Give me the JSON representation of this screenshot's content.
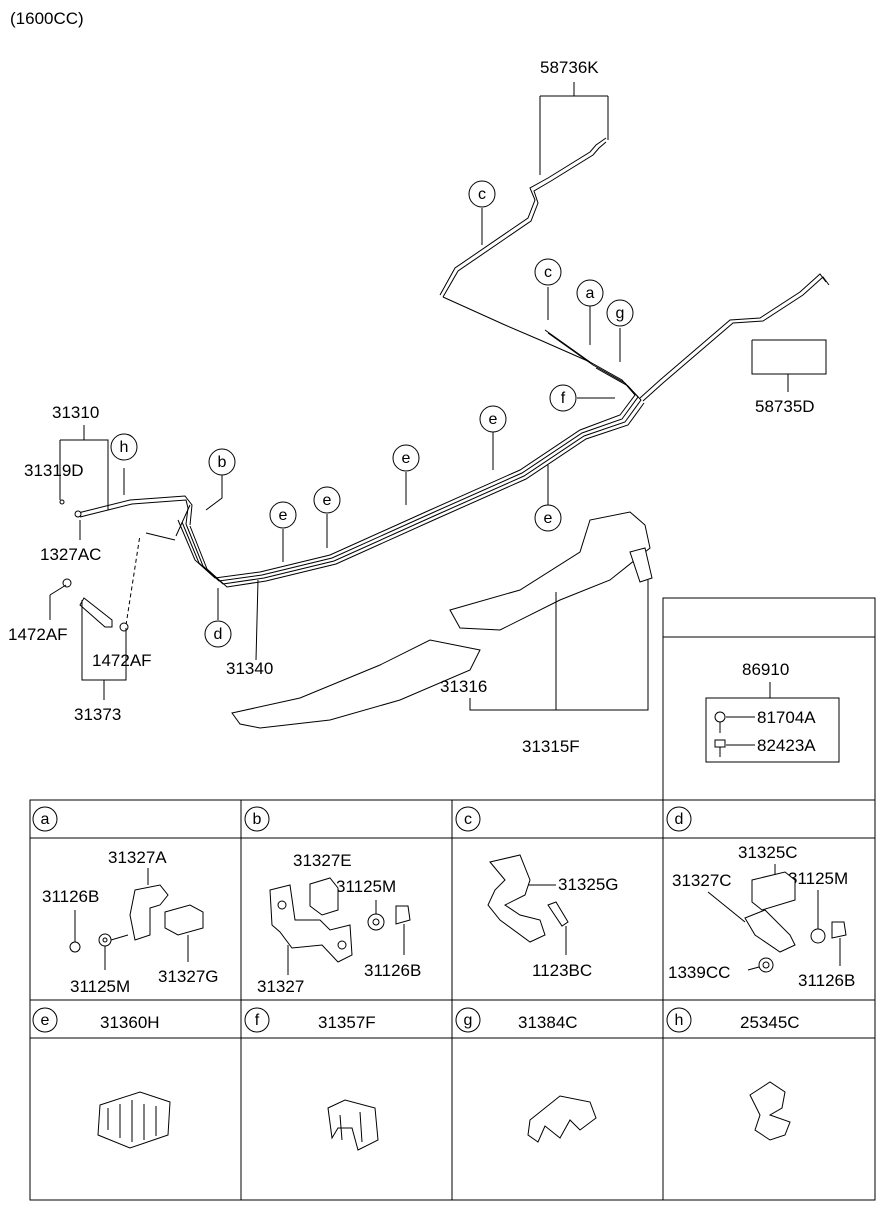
{
  "header": {
    "engine": "(1600CC)"
  },
  "diagram": {
    "labels": {
      "p58736K": "58736K",
      "p58735D": "58735D",
      "p31310": "31310",
      "p31319D": "31319D",
      "p1327AC": "1327AC",
      "p1472AF_a": "1472AF",
      "p1472AF_b": "1472AF",
      "p31373": "31373",
      "p31340": "31340",
      "p31316": "31316",
      "p31315F": "31315F"
    },
    "callouts": {
      "c1": "c",
      "c2": "c",
      "a": "a",
      "g": "g",
      "f": "f",
      "e1": "e",
      "e2": "e",
      "e3": "e",
      "e4": "e",
      "e5": "e",
      "h": "h",
      "b": "b",
      "d": "d"
    }
  },
  "kit": {
    "number": "86910",
    "items": [
      "81704A",
      "82423A"
    ]
  },
  "detail_grid": {
    "row1": [
      {
        "letter": "a",
        "parts": [
          "31327A",
          "31126B",
          "31125M",
          "31327G"
        ]
      },
      {
        "letter": "b",
        "parts": [
          "31327E",
          "31125M",
          "31327",
          "31126B"
        ]
      },
      {
        "letter": "c",
        "parts": [
          "31325G",
          "1123BC"
        ]
      },
      {
        "letter": "d",
        "parts": [
          "31325C",
          "31327C",
          "31125M",
          "1339CC",
          "31126B"
        ]
      }
    ],
    "row2": [
      {
        "letter": "e",
        "part": "31360H"
      },
      {
        "letter": "f",
        "part": "31357F"
      },
      {
        "letter": "g",
        "part": "31384C"
      },
      {
        "letter": "h",
        "part": "25345C"
      }
    ]
  }
}
